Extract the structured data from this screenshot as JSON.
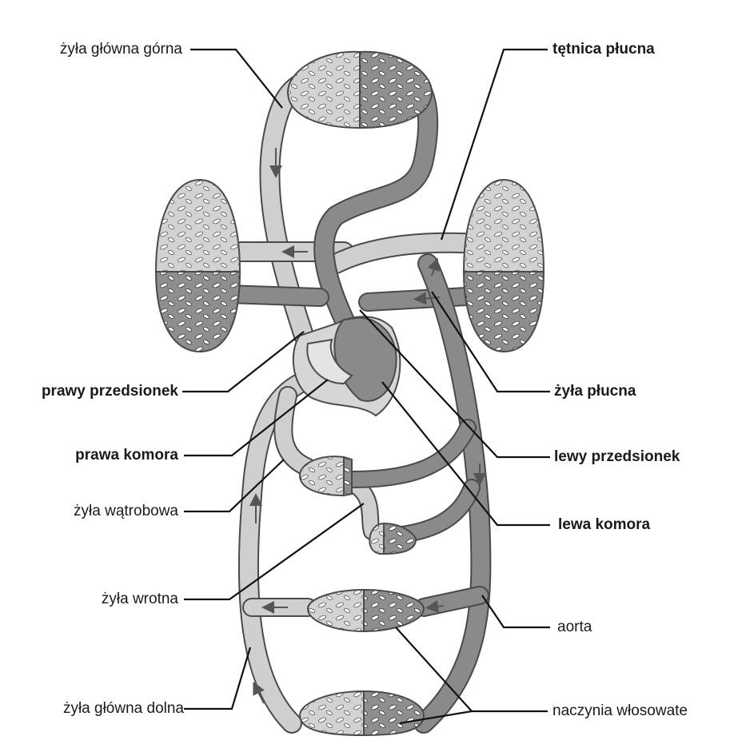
{
  "labels": {
    "superior_vena_cava": "żyła główna górna",
    "pulmonary_artery": "tętnica płucna",
    "right_atrium": "prawy przedsionek",
    "pulmonary_vein": "żyła płucna",
    "right_ventricle": "prawa komora",
    "left_atrium": "lewy przedsionek",
    "hepatic_vein": "żyła wątrobowa",
    "left_ventricle": "lewa komora",
    "portal_vein": "żyła wrotna",
    "aorta": "aorta",
    "inferior_vena_cava": "żyła główna dolna",
    "capillaries": "naczynia włosowate"
  },
  "colors": {
    "deoxygenated": "#cfcfcf",
    "oxygenated": "#8a8a8a",
    "outline": "#4a4a4a",
    "leader": "#111111"
  }
}
